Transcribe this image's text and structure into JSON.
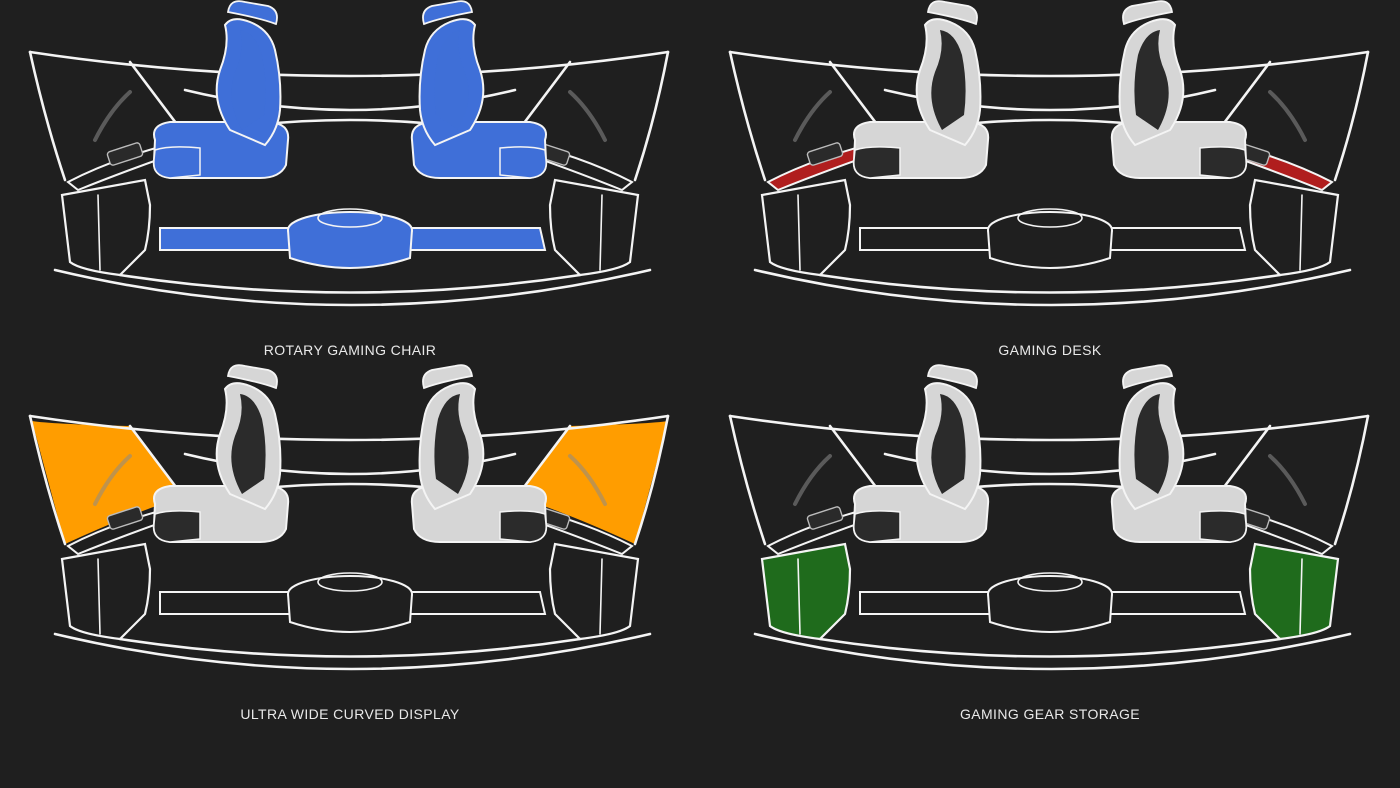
{
  "colors": {
    "background": "#1f1f1f",
    "chair": "#3f6fd8",
    "desk": "#b01e1e",
    "display": "#ff9d00",
    "storage": "#1f6b1c",
    "neutral_chair": "#cfcfcf",
    "line": "#f4f4f4"
  },
  "panels": [
    {
      "label": "ROTARY GAMING CHAIR",
      "highlight": "chair"
    },
    {
      "label": "GAMING DESK",
      "highlight": "desk"
    },
    {
      "label": "ULTRA WIDE CURVED DISPLAY",
      "highlight": "display"
    },
    {
      "label": "GAMING GEAR STORAGE",
      "highlight": "storage"
    }
  ]
}
